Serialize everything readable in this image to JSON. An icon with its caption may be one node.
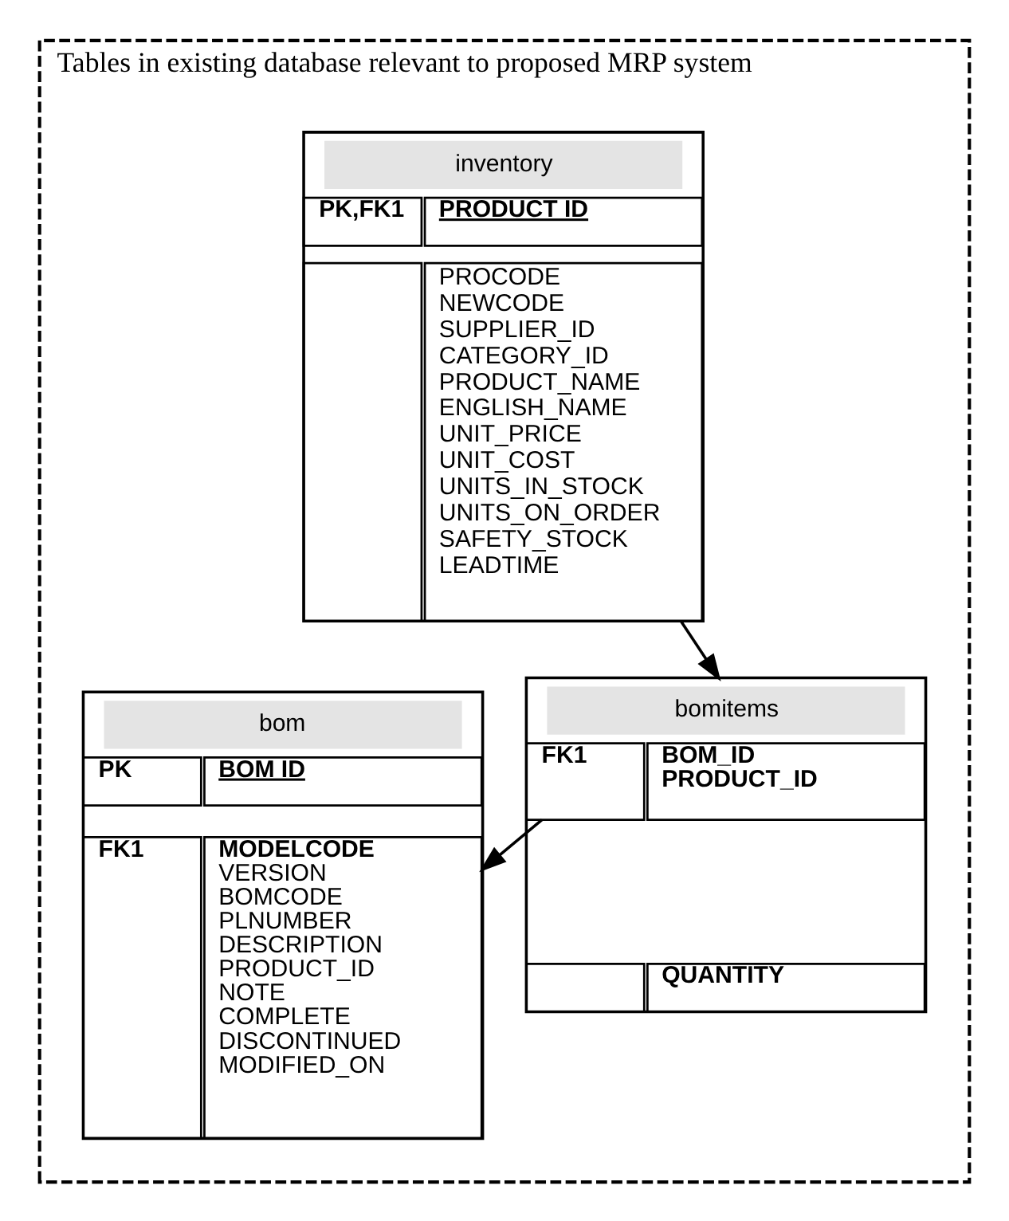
{
  "diagram": {
    "nodes": [
      {
        "text": [
          "Tables in existing database relevant to proposed MRP system"
        ]
      },
      {
        "text": [
          "inventory"
        ],
        "in": 0
      },
      {
        "text": [
          "PK,FK1"
        ],
        "in": 1
      },
      {
        "text": [
          "PRODUCT ID"
        ],
        "in": 1
      },
      {
        "text": [],
        "shape": "box",
        "in": 1
      },
      {
        "text": [
          "PROCODE",
          "NEWCODE",
          "SUPPLIER_ID",
          "CATEGORY_ID",
          "PRODUCT_NAME",
          "ENGLISH_NAME",
          "UNIT_PRICE",
          "UNIT_COST",
          "UNITS_IN_STOCK",
          "UNITS_ON_ORDER",
          "SAFETY_STOCK",
          "LEADTIME"
        ],
        "in": 1
      },
      {
        "text": [
          "bom"
        ],
        "in": 0
      },
      {
        "text": [
          "PK"
        ],
        "in": 6
      },
      {
        "text": [
          "BOM ID"
        ],
        "in": 6
      },
      {
        "text": [
          "FK1"
        ],
        "in": 6
      },
      {
        "text": [
          "MODELCODE",
          "VERSION",
          "BOMCODE",
          "PLNUMBER",
          "DESCRIPTION",
          "PRODUCT_ID",
          "NOTE",
          "COMPLETE",
          "DISCONTINUED",
          "MODIFIED_ON"
        ],
        "in": 6
      },
      {
        "text": [
          "bomitems"
        ],
        "in": 0
      },
      {
        "text": [
          "FK1"
        ],
        "in": 11
      },
      {
        "text": [
          "BOM_ID",
          "PRODUCT_ID"
        ],
        "in": 11
      },
      {
        "text": [],
        "shape": "box",
        "in": 11
      },
      {
        "text": [
          "QUANTITY"
        ],
        "in": 11
      }
    ],
    "edges": [
      {
        "from": 1,
        "to": 11,
        "arrow": "to"
      },
      {
        "from": 11,
        "to": 6,
        "arrow": "to"
      }
    ]
  }
}
